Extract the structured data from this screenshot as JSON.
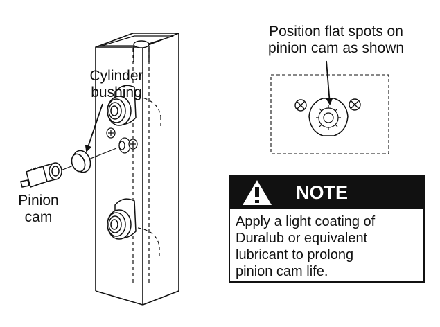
{
  "labels": {
    "cylinder_bushing": [
      "Cylinder",
      "bushing"
    ],
    "pinion_cam": [
      "Pinion",
      "cam"
    ],
    "position_flat_spots": [
      "Position flat spots on",
      "pinion cam as shown"
    ]
  },
  "note": {
    "title": "NOTE",
    "body": [
      "Apply a light coating of",
      "Duralub or equivalent",
      "lubricant to prolong",
      "pinion cam life."
    ]
  },
  "icons": {
    "warning": "warning-triangle-icon",
    "screw": "phillips-screw-icon"
  },
  "colors": {
    "line": "#111111",
    "background": "#ffffff",
    "note_header_bg": "#111111",
    "note_header_text": "#ffffff"
  }
}
